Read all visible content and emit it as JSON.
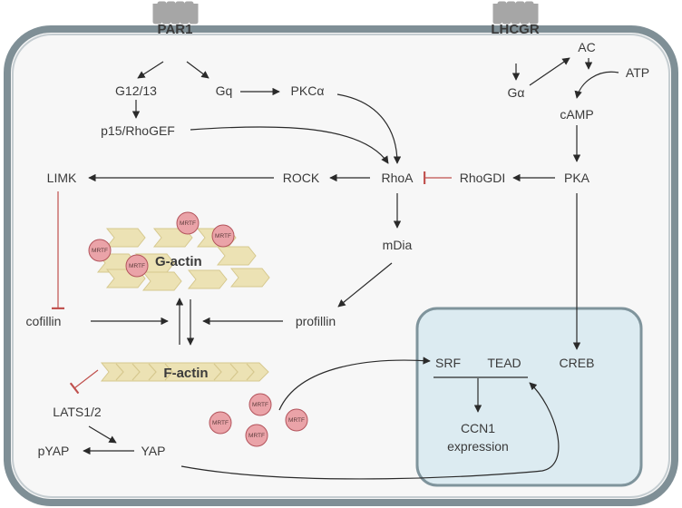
{
  "receptors": {
    "par1": "PAR1",
    "lhcgr": "LHCGR"
  },
  "nodes": {
    "g1213": "G12/13",
    "gq": "Gq",
    "pkca": "PKCα",
    "p15": "p15/RhoGEF",
    "limk": "LIMK",
    "rock": "ROCK",
    "rhoa": "RhoA",
    "rhogdi": "RhoGDI",
    "pka": "PKA",
    "mdia": "mDia",
    "cofilin": "cofillin",
    "profilin": "profillin",
    "lats": "LATS1/2",
    "yap": "YAP",
    "pyap": "pYAP",
    "galpha": "Gα",
    "ac": "AC",
    "atp": "ATP",
    "camp": "cAMP",
    "srf": "SRF",
    "tead": "TEAD",
    "creb": "CREB",
    "ccn1_line1": "CCN1",
    "ccn1_line2": "expression"
  },
  "actin": {
    "g_actin": "G-actin",
    "f_actin": "F-actin"
  },
  "mrtf_label": "MRTF",
  "colors": {
    "membrane": "#7f8f96",
    "cytoplasm": "#f7f7f7",
    "nucleus_fill": "#dcebf1",
    "nucleus_border": "#7f949c",
    "receptor": "#a6a6a6",
    "actin": "#ece2b4",
    "actin_stroke": "#d6c88e",
    "mrtf_fill": "#eaa3a8",
    "mrtf_stroke": "#b3545c",
    "inhibit": "#c0504d",
    "arrow": "#2a2a2a"
  }
}
